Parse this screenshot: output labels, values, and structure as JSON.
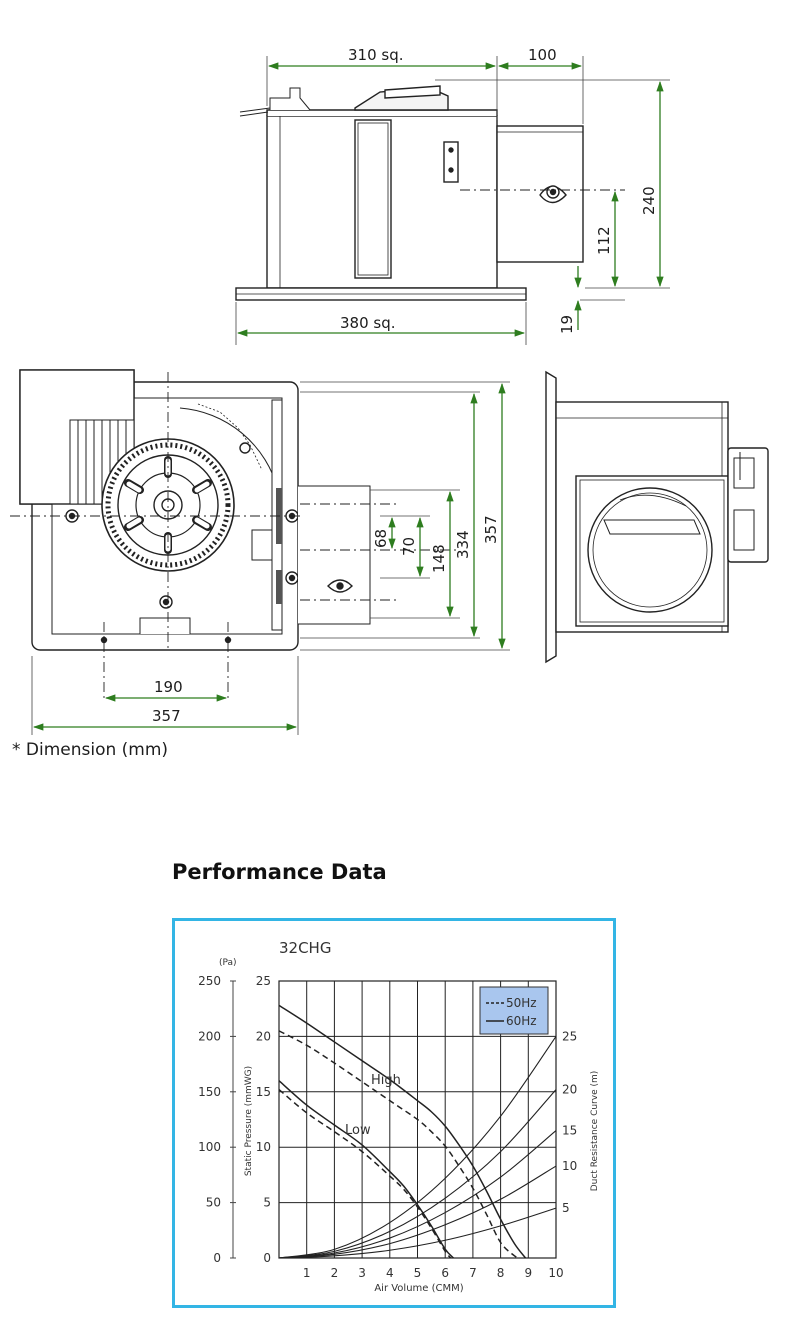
{
  "dimensions": {
    "top_width": "310 sq.",
    "duct_length": "100",
    "height_total": "240",
    "duct_center_height": "112",
    "flange_thickness": "19",
    "grille_width": "380 sq.",
    "d68": "68",
    "d70": "70",
    "d148": "148",
    "d334": "334",
    "d357_vertical": "357",
    "hole_spacing": "190",
    "d357_horizontal": "357"
  },
  "note": "* Dimension (mm)",
  "performance_title": "Performance Data",
  "chart_data": {
    "type": "line",
    "title": "32CHG",
    "xlabel": "Air Volume (CMM)",
    "ylabel": "Static Pressure (mmWG)",
    "y2label": "Duct Resistance Curve (m)",
    "pa_unit": "(Pa)",
    "x_ticks": [
      1,
      2,
      3,
      4,
      5,
      6,
      7,
      8,
      9,
      10
    ],
    "y_ticks_mmwg": [
      0,
      5,
      10,
      15,
      20,
      25
    ],
    "y_ticks_pa": [
      0,
      50,
      100,
      150,
      200,
      250
    ],
    "duct_ticks": [
      5,
      10,
      15,
      20,
      25
    ],
    "xlim": [
      0,
      10
    ],
    "ylim": [
      0,
      25
    ],
    "grid": true,
    "legend_position": "top-right",
    "legend": [
      "50Hz",
      "60Hz"
    ],
    "annotations": [
      "High",
      "Low"
    ],
    "series": [
      {
        "legend": "60Hz",
        "label": "High",
        "style": "solid",
        "x": [
          0,
          1,
          2,
          3,
          4,
          5,
          5.5,
          6,
          6.5,
          7,
          7.5,
          8,
          8.5,
          8.9
        ],
        "y": [
          22.8,
          21.2,
          19.5,
          17.8,
          16.1,
          14.2,
          13.2,
          11.9,
          10.2,
          8.3,
          6.0,
          3.5,
          1.3,
          0
        ]
      },
      {
        "legend": "50Hz",
        "label": "High",
        "style": "dashed",
        "x": [
          0,
          1,
          2,
          3,
          4,
          5,
          5.5,
          6,
          6.5,
          7,
          7.5,
          8,
          8.5,
          8.7
        ],
        "y": [
          20.5,
          19.2,
          17.6,
          15.9,
          14.2,
          12.5,
          11.4,
          10.1,
          8.3,
          6.3,
          3.9,
          1.4,
          0.2,
          0
        ]
      },
      {
        "legend": "60Hz",
        "label": "Low",
        "style": "solid",
        "x": [
          0,
          1,
          2,
          3,
          4,
          4.5,
          5,
          5.5,
          6,
          6.3
        ],
        "y": [
          16.0,
          13.8,
          12.0,
          10.2,
          7.8,
          6.5,
          4.8,
          2.9,
          0.8,
          0
        ]
      },
      {
        "legend": "50Hz",
        "label": "Low",
        "style": "dashed",
        "x": [
          0,
          1,
          2,
          3,
          4,
          4.5,
          5,
          5.5,
          6,
          6.2
        ],
        "y": [
          15.2,
          13.1,
          11.4,
          9.6,
          7.4,
          6.2,
          4.6,
          2.7,
          0.6,
          0
        ]
      }
    ],
    "duct_curves": [
      {
        "label": "5",
        "x": [
          0,
          2,
          4,
          6,
          8,
          10
        ],
        "y": [
          0,
          0.2,
          0.7,
          1.6,
          2.9,
          4.5
        ]
      },
      {
        "label": "10",
        "x": [
          0,
          2,
          4,
          6,
          8,
          10
        ],
        "y": [
          0,
          0.33,
          1.3,
          3.0,
          5.3,
          8.3
        ]
      },
      {
        "label": "15",
        "x": [
          0,
          2,
          4,
          6,
          8,
          10
        ],
        "y": [
          0,
          0.45,
          1.8,
          4.1,
          7.3,
          11.5
        ]
      },
      {
        "label": "20",
        "x": [
          0,
          2,
          4,
          6,
          8,
          10
        ],
        "y": [
          0,
          0.6,
          2.4,
          5.4,
          9.6,
          15.2
        ]
      },
      {
        "label": "25",
        "x": [
          0,
          2,
          4,
          6,
          8,
          10
        ],
        "y": [
          0,
          0.78,
          3.2,
          7.2,
          12.8,
          20.0
        ]
      }
    ]
  }
}
